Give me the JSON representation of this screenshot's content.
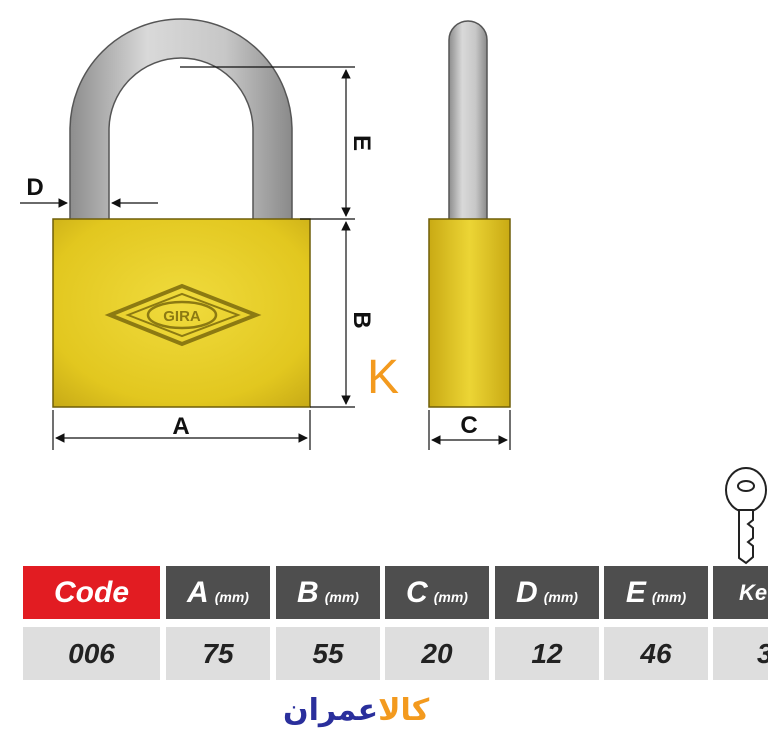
{
  "diagram": {
    "labels": {
      "a": "A",
      "b": "B",
      "c": "C",
      "d": "D",
      "e": "E",
      "brand_mark": "K"
    },
    "lock_engraving": "GIRA",
    "colors": {
      "brass": "#e3c81e",
      "shackle": "#b9b9b9",
      "code_header": "#e21c22",
      "header": "#4e4e4e",
      "value_row": "#dedede",
      "accent": "#f39a1e"
    }
  },
  "table": {
    "code_label": "Code",
    "columns": [
      {
        "letter": "A",
        "unit": "(mm)",
        "value": "75"
      },
      {
        "letter": "B",
        "unit": "(mm)",
        "value": "55"
      },
      {
        "letter": "C",
        "unit": "(mm)",
        "value": "20"
      },
      {
        "letter": "D",
        "unit": "(mm)",
        "value": "12"
      },
      {
        "letter": "E",
        "unit": "(mm)",
        "value": "46"
      },
      {
        "letter": "Ke",
        "unit": "",
        "value": "3"
      }
    ],
    "code_value": "006"
  },
  "logo": {
    "text_accent": "کالا",
    "text_main": "عمران"
  }
}
